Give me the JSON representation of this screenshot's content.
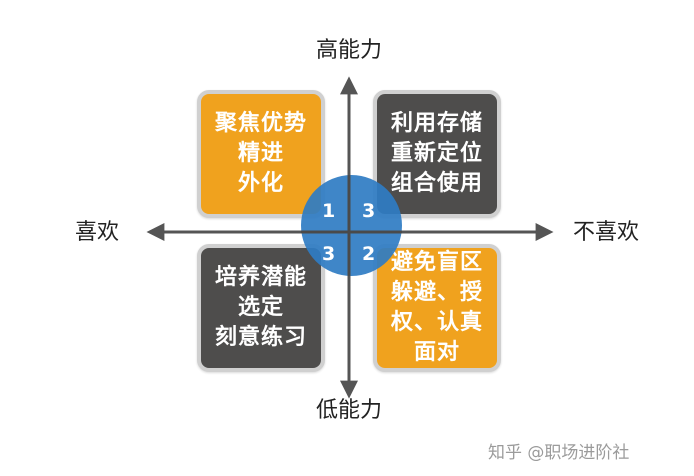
{
  "axes": {
    "top": "高能力",
    "bottom": "低能力",
    "left": "喜欢",
    "right": "不喜欢"
  },
  "quadrants": {
    "top_left": {
      "number": "1",
      "lines": [
        "聚焦优势",
        "精进",
        "外化"
      ],
      "color": "#f0a21e"
    },
    "top_right": {
      "number": "3",
      "lines": [
        "利用存储",
        "重新定位",
        "组合使用"
      ],
      "color": "#4e4d4c"
    },
    "bottom_left": {
      "number": "3",
      "lines": [
        "培养潜能",
        "选定",
        "刻意练习"
      ],
      "color": "#4e4d4c"
    },
    "bottom_right": {
      "number": "2",
      "lines": [
        "避免盲区",
        "躲避、授",
        "权、认真",
        "面对"
      ],
      "color": "#f0a21e"
    }
  },
  "center_circle_color": "#2f7cc3",
  "watermark": "知乎 @职场进阶社"
}
